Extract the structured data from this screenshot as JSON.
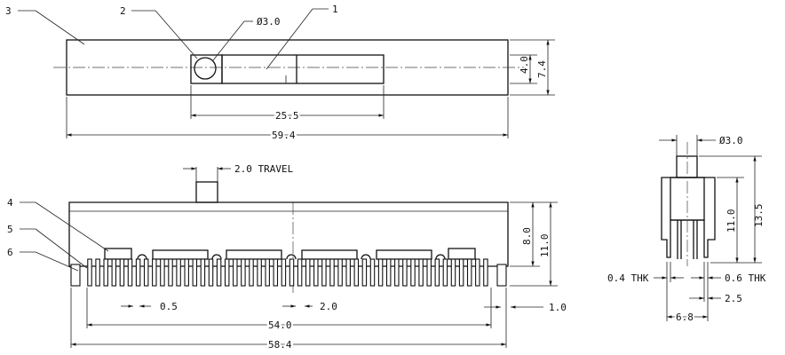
{
  "callouts": [
    "1",
    "2",
    "3",
    "4",
    "5",
    "6"
  ],
  "dims": {
    "hole_dia": "Ø3.0",
    "h_4_0": "4.0",
    "h_7_4": "7.4",
    "w_25_5": "25.5",
    "w_59_4": "59.4",
    "travel": "2.0 TRAVEL",
    "h_8_0": "8.0",
    "h_11_0": "11.0",
    "p_0_5": "0.5",
    "p_2_0": "2.0",
    "w_54_0": "54.0",
    "w_58_4": "58.4",
    "h_1_0": "1.0",
    "side_dia": "Ø3.0",
    "side_11_0": "11.0",
    "side_13_5": "13.5",
    "thk_0_4": "0.4 THK",
    "thk_0_6": "0.6 THK",
    "side_2_5": "2.5",
    "side_6_8": "6.8"
  }
}
